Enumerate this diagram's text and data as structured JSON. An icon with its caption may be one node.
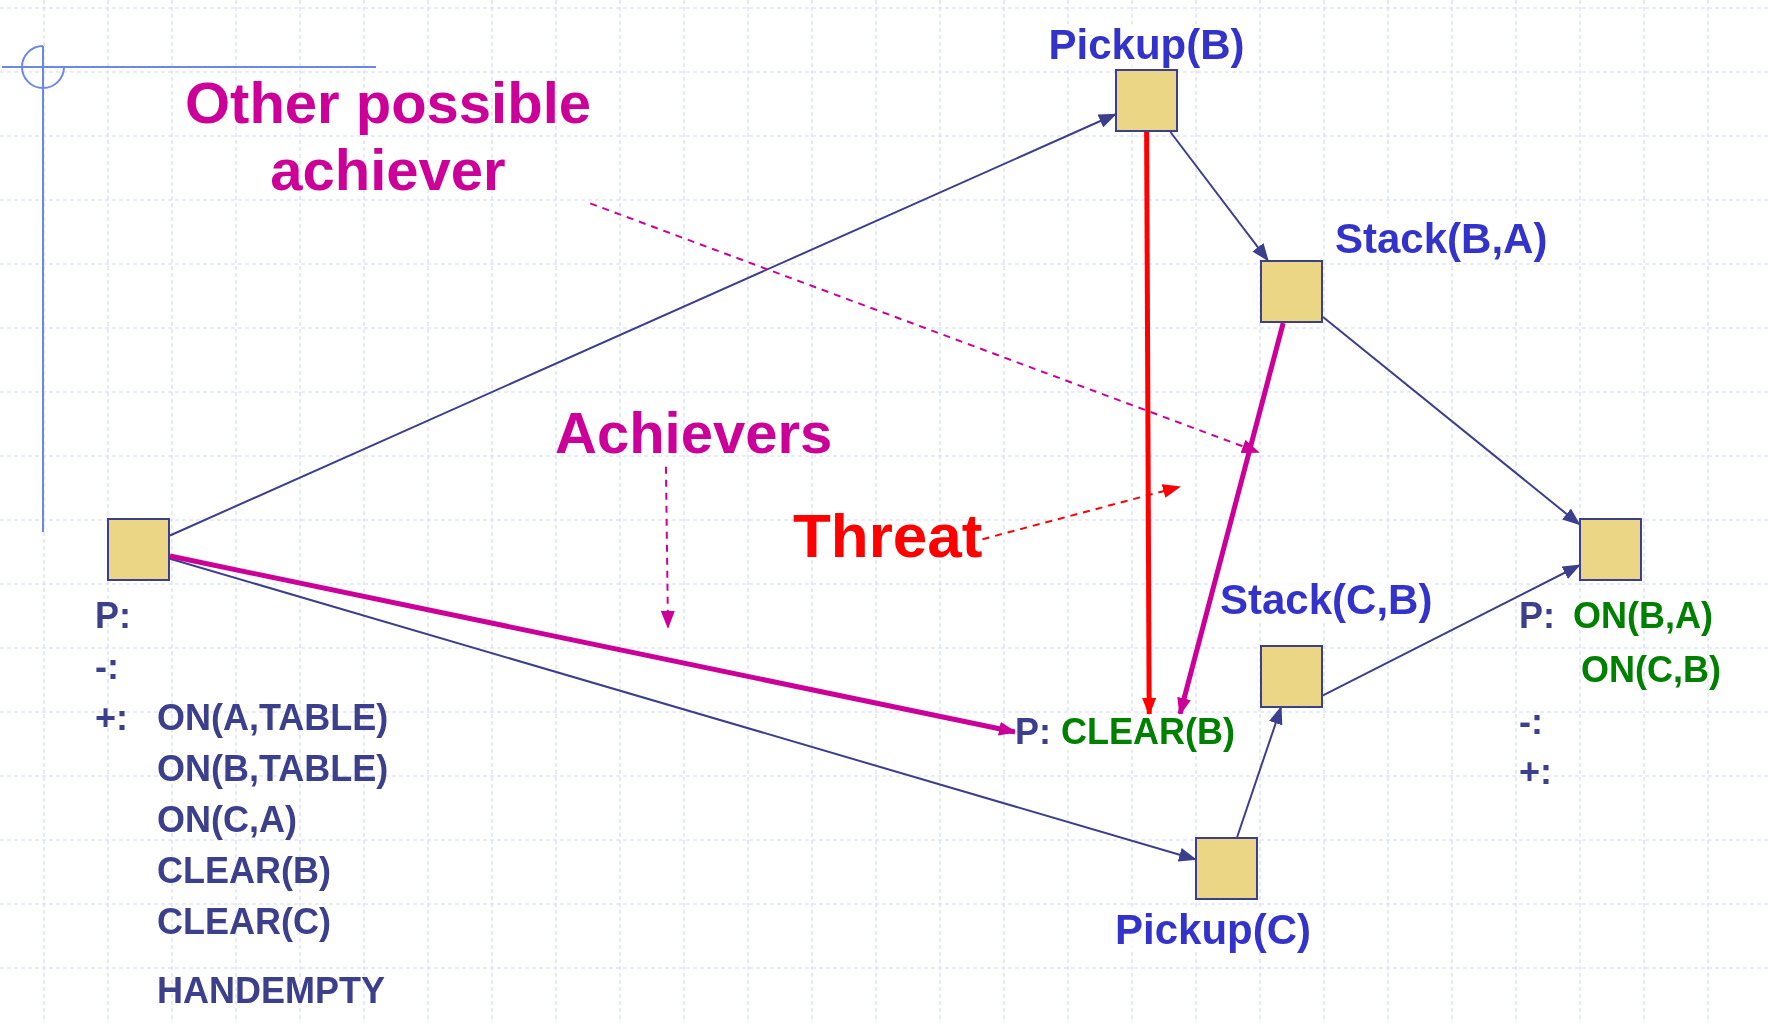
{
  "diagram": {
    "nodes": [
      {
        "text": [
          "Pickup(B)"
        ]
      },
      {
        "text": [
          "Other possible achiever"
        ]
      },
      {
        "text": [
          "Stack(B,A)"
        ]
      },
      {
        "text": [
          "Achievers"
        ]
      },
      {
        "text": [],
        "shape": "box",
        "beside": [
          "P:",
          "-:",
          "+:",
          "ON(A,TABLE)",
          "ON(B,TABLE)",
          "ON(C,A)",
          "CLEAR(B)",
          "CLEAR(C)",
          "HANDEMPTY"
        ]
      },
      {
        "text": [
          "Threat"
        ]
      },
      {
        "text": [],
        "shape": "box",
        "beside": [
          "P:",
          "ON(B,A)",
          "ON(C,B)",
          "-:",
          "+:"
        ]
      },
      {
        "text": [
          "Stack(C,B)"
        ]
      },
      {
        "text": [
          "P:",
          "CLEAR(B)"
        ]
      },
      {
        "text": [
          "Pickup(C)"
        ]
      }
    ],
    "edges": [
      {
        "from": 4,
        "to": 0,
        "arrow": "to"
      },
      {
        "from": 0,
        "to": 2,
        "arrow": "to"
      },
      {
        "from": 2,
        "to": 6,
        "arrow": "to"
      },
      {
        "from": 4,
        "to": 9,
        "arrow": "to"
      },
      {
        "from": 9,
        "to": 7,
        "arrow": "to"
      },
      {
        "from": 7,
        "to": 6,
        "arrow": "to"
      },
      {
        "from": 4,
        "to": 8,
        "arrow": "to",
        "style": "thick",
        "color": "#cc0099"
      },
      {
        "from": 2,
        "to": 8,
        "arrow": "to",
        "style": "thick",
        "color": "#cc0099"
      },
      {
        "from": 0,
        "to": 8,
        "arrow": "to",
        "style": "thick",
        "color": "#ff0000"
      },
      {
        "from": 1,
        "to": null,
        "arrow": "to",
        "style": "dashed",
        "color": "#cc0099"
      },
      {
        "from": 3,
        "to": null,
        "arrow": "to",
        "style": "dashed",
        "color": "#cc0099"
      },
      {
        "from": 5,
        "to": null,
        "arrow": "to",
        "style": "dashed",
        "color": "#ff0000"
      }
    ]
  }
}
